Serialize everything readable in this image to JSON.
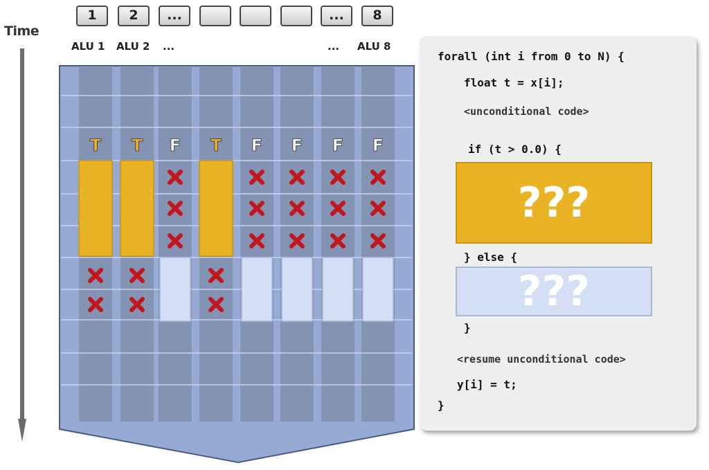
{
  "time_label": "Time",
  "alu_boxes": [
    "1",
    "2",
    "...",
    "",
    "",
    "",
    "...",
    "8"
  ],
  "alu_labels": {
    "first": "ALU 1",
    "second": "ALU 2",
    "ellipsis_left": "...",
    "ellipsis_right": "...",
    "last": "ALU 8"
  },
  "condition_flags": [
    "T",
    "T",
    "F",
    "T",
    "F",
    "F",
    "F",
    "F"
  ],
  "code": {
    "line1": "forall (int i from 0 to N) {",
    "line2": "float t = x[i];",
    "line3": "<unconditional code>",
    "line4": "if (t > 0.0) {",
    "true_block": "???",
    "line5": "} else {",
    "false_block": "???",
    "line6": "}",
    "line7": "<resume unconditional code>",
    "line8": "y[i] = t;",
    "line9": "}"
  },
  "colors": {
    "lane_background": "#97aad4",
    "lane_column": "#7d8aa8",
    "true_branch": "#e9b323",
    "false_branch": "#d4def4",
    "masked_x": "#c0171c",
    "flag_true": "#f0b12a",
    "flag_false": "#ffffff"
  }
}
